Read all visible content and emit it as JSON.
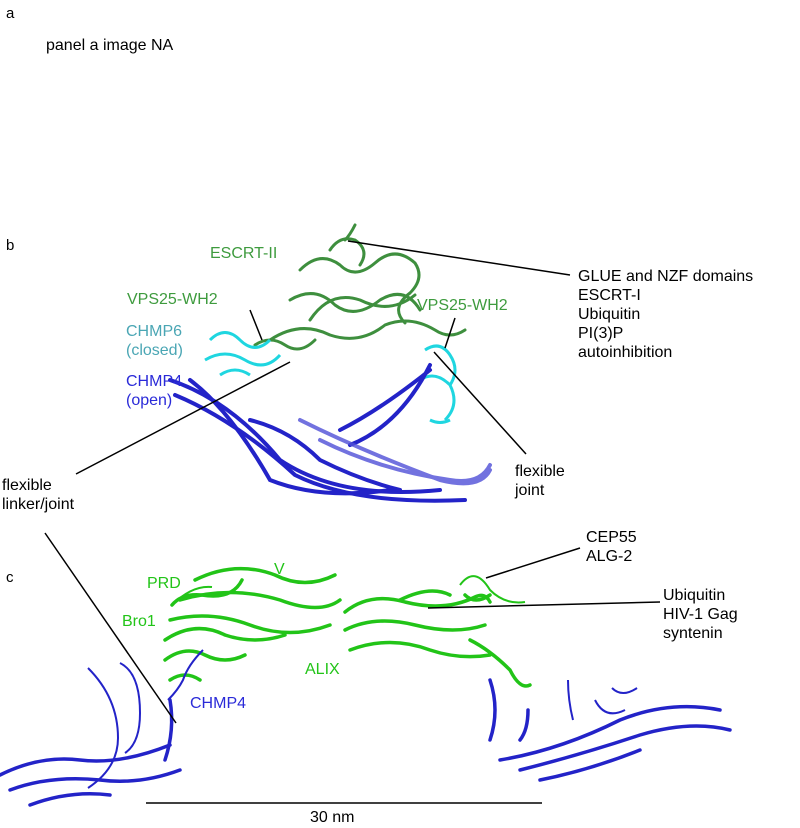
{
  "panels": {
    "a": {
      "letter": "a",
      "placeholder": "panel a image NA"
    },
    "b": {
      "letter": "b",
      "escrt2": "ESCRT-II",
      "vps25_left": "VPS25-WH2",
      "vps25_right": "VPS25-WH2",
      "chmp6": [
        "CHMP6",
        "(closed)"
      ],
      "chmp4": [
        "CHMP4",
        "(open)"
      ],
      "flexible_linker": [
        "flexible",
        "linker/joint"
      ],
      "flexible_joint": [
        "flexible",
        "joint"
      ],
      "interactors": [
        "GLUE and NZF domains",
        "ESCRT-I",
        "Ubiquitin",
        "PI(3)P",
        "autoinhibition"
      ]
    },
    "c": {
      "letter": "c",
      "prd": "PRD",
      "v": "V",
      "bro1": "Bro1",
      "alix": "ALIX",
      "chmp4": "CHMP4",
      "partners_top": [
        "CEP55",
        "ALG-2"
      ],
      "partners_mid": [
        "Ubiquitin",
        "HIV-1 Gag",
        "syntenin"
      ],
      "scale": "30 nm"
    }
  },
  "colors": {
    "escrt2": "#3e9b3e",
    "alix": "#22c418",
    "chmp6": "#1fd6e0",
    "chmp4": "#2323c8",
    "chmp4_light": "#5050d8"
  }
}
